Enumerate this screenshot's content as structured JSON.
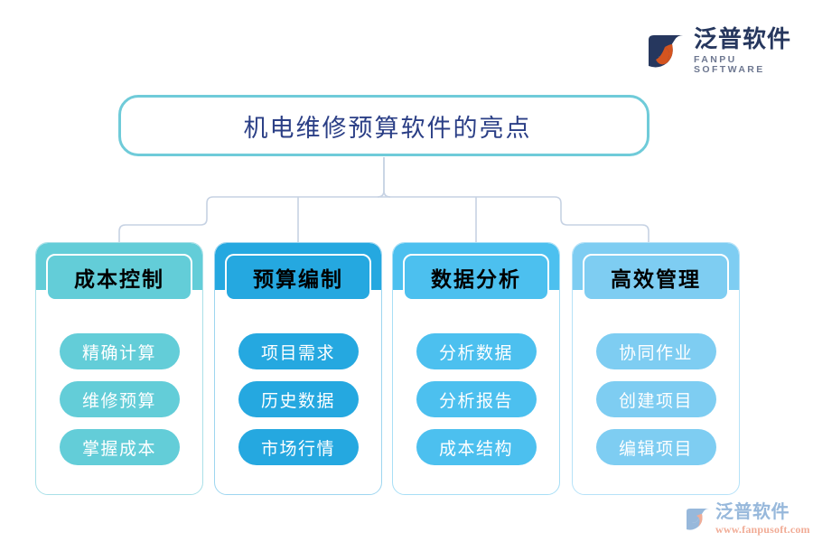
{
  "brand": {
    "logo_cn": "泛普软件",
    "logo_en": "FANPU SOFTWARE",
    "logo_icon": "fanpu-logo-icon",
    "navy": "#26375e",
    "orange": "#d4541f"
  },
  "watermark": {
    "name_cn": "泛普软件",
    "url": "www.fanpusoft.com",
    "logo_icon": "fanpu-watermark-icon",
    "name_color": "#8fb3d9",
    "url_color": "#f0a58e"
  },
  "title": {
    "text": "机电维修预算软件的亮点",
    "text_color": "#2b3f86",
    "border_color": "#6fcbd9"
  },
  "connector": {
    "line_color": "#c6d2e3"
  },
  "columns": [
    {
      "header": "成本控制",
      "color": "#63cdd8",
      "border_color": "#a9e0e8",
      "items": [
        "精确计算",
        "维修预算",
        "掌握成本"
      ]
    },
    {
      "header": "预算编制",
      "color": "#25a8e0",
      "border_color": "#9ed6f0",
      "items": [
        "项目需求",
        "历史数据",
        "市场行情"
      ]
    },
    {
      "header": "数据分析",
      "color": "#4cc0ef",
      "border_color": "#a8dff6",
      "items": [
        "分析数据",
        "分析报告",
        "成本结构"
      ]
    },
    {
      "header": "高效管理",
      "color": "#7ecdf2",
      "border_color": "#b6e2f8",
      "items": [
        "协同作业",
        "创建项目",
        "编辑项目"
      ]
    }
  ]
}
